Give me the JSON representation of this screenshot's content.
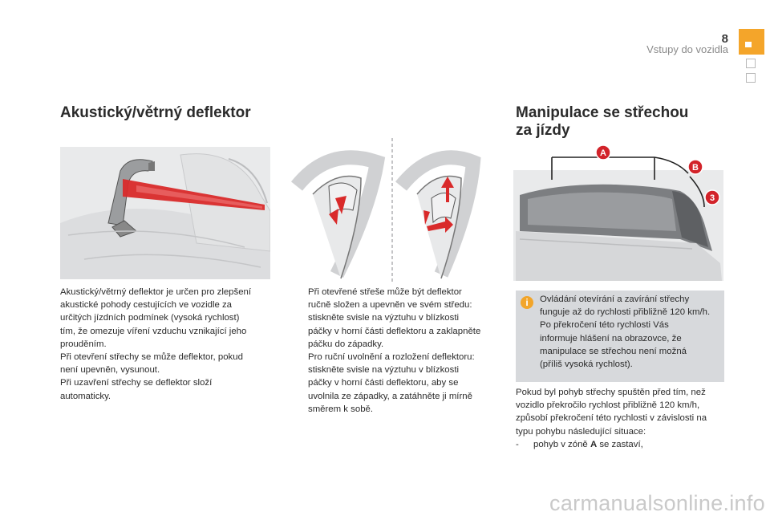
{
  "header": {
    "page_number": "8",
    "section": "Vstupy do vozidla"
  },
  "left": {
    "title": "Akustický/větrný deflektor",
    "paragraph_lines": [
      "Akustický/větrný deflektor je určen pro zlepšení",
      "akustické pohody cestujících ve vozidle za",
      "určitých jízdních podmínek (vysoká rychlost)",
      "tím, že omezuje víření vzduchu vznikající jeho",
      "prouděním.",
      "Při otevření střechy se může deflektor, pokud",
      "není upevněn, vysunout.",
      "Při uzavření střechy se deflektor složí",
      "automaticky."
    ]
  },
  "middle": {
    "bullet_symbol": "",
    "bullets": [
      {
        "lines": [
          "Při otevřené střeše může být deflektor",
          "ručně složen a upevněn ve svém středu:",
          "stiskněte svisle na výztuhu v blízkosti",
          "páčky v horní části deflektoru a zaklapněte",
          "páčku do západky."
        ]
      },
      {
        "lines": [
          "Pro ruční uvolnění a rozložení deflektoru:",
          "stiskněte svisle na výztuhu v blízkosti",
          "páčky v horní části deflektoru, aby se",
          "uvolnila ze západky, a zatáhněte ji mírně",
          "směrem k sobě."
        ]
      }
    ]
  },
  "right": {
    "title_line1": "Manipulace se střechou",
    "title_line2": "za jízdy",
    "callouts": [
      "A",
      "B",
      "3"
    ],
    "info_icon": "i",
    "info_lines": [
      "Ovládání otevírání a zavírání střechy",
      "funguje až do rychlosti přibližně 120 km/h.",
      "Po překročení této rychlosti Vás",
      "informuje hlášení na obrazovce, že",
      "manipulace se střechou není možná",
      "(příliš vysoká rychlost)."
    ],
    "paragraph_lines": [
      "Pokud byl pohyb střechy spuštěn před tím, než",
      "vozidlo překročilo rychlost přibližně 120 km/h,",
      "způsobí překročení této rychlosti v závislosti na",
      "typu pohybu následující situace:"
    ],
    "list_item": {
      "dash": "-",
      "prefix": "pohyb v zóně",
      "bold": "A",
      "suffix": "se zastaví,"
    }
  },
  "watermark": "carmanualsonline.info",
  "colors": {
    "accent": "#f4a52a",
    "arrow_red": "#d92a2a",
    "info_box": "#d7d9dc",
    "illustration_bg": "#e9eaeb"
  }
}
